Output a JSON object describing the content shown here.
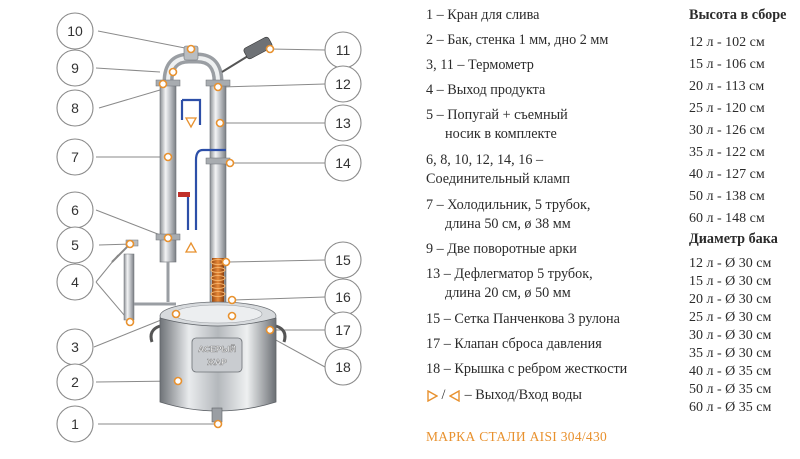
{
  "legend": {
    "items": [
      "1 – Кран для слива",
      "2 – Бак, стенка 1 мм, дно 2 мм",
      "3, 11 – Термометр",
      "4 – Выход продукта",
      "5 – Попугай + съемный",
      "носик в комплекте",
      "6, 8, 10, 12, 14, 16 –",
      "Соединительный кламп",
      "7 – Холодильник, 5 трубок,",
      "длина 50 см, ø 38 мм",
      "9 – Две поворотные арки",
      "13 – Дефлегматор 5 трубок,",
      "длина 20 см, ø 50 мм",
      "15 – Сетка Панченкова 3 рулона",
      "17 – Клапан сброса давления",
      "18 – Крышка с ребром жесткости"
    ],
    "water_label": "– Выход/Вход воды",
    "water_sep": "/",
    "steel_grade": "МАРКА СТАЛИ AISI 304/430"
  },
  "height_section": {
    "title": "Высота в сборе",
    "items": [
      "12 л - 102 см",
      "15 л - 106 см",
      "20 л - 113 см",
      "25 л - 120 см",
      "30 л - 126 см",
      "35 л - 122 см",
      "40 л - 127 см",
      "50 л - 138 см",
      "60 л - 148 см"
    ]
  },
  "diameter_section": {
    "title": "Диаметр бака",
    "items": [
      "12 л - Ø 30 см",
      "15 л - Ø 30 см",
      "20 л - Ø 30 см",
      "25 л - Ø 30 см",
      "30 л - Ø 30 см",
      "35 л - Ø 30 см",
      "40 л - Ø 35 см",
      "50 л - Ø 35 см",
      "60 л - Ø 35 см"
    ]
  },
  "callouts": [
    "1",
    "2",
    "3",
    "4",
    "5",
    "6",
    "7",
    "8",
    "9",
    "10",
    "11",
    "12",
    "13",
    "14",
    "15",
    "16",
    "17",
    "18"
  ],
  "tank_logo": [
    "АСЕРЫЙ",
    "ЖАР"
  ],
  "colors": {
    "accent": "#e8912e",
    "line": "#8a8a8a",
    "steel": "#c9ccd0",
    "water_blue": "#2d4fa8",
    "valve_red": "#c0302a"
  }
}
